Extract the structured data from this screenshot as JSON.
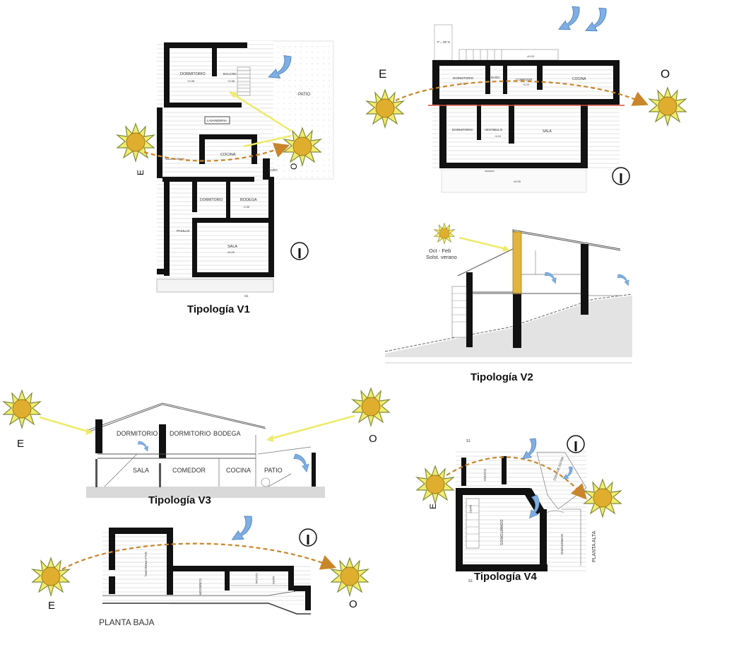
{
  "v1": {
    "title": "Tipología V1",
    "rooms": {
      "dormitorio": "DORMITORIO",
      "balcon": "BALCON",
      "patio": "PATIO",
      "lavanderia": "LAVANDERIA",
      "cocina": "COCINA",
      "bano": "BAÑO",
      "dormitorio2": "DORMITORIO",
      "bodega": "BODEGA",
      "pasillo": "PASILLO",
      "sala": "SALA",
      "estar": "SALA DE ESTAR"
    },
    "levels": {
      "dormitorio": "+0.35",
      "balcon": "+0.56",
      "bodega": "-0.30",
      "sala": "±0.00"
    },
    "east": "E",
    "west": "O",
    "section_mark": "S1"
  },
  "v2": {
    "title": "Tipología V2",
    "slope": "P = 30 %",
    "rooms": {
      "dormitorio": "DORMITORIO",
      "bano": "BAÑO",
      "comedor": "COMEDOR",
      "cocina": "COCINA",
      "dormitorio2": "DORMITORIO",
      "vestibulo": "VESTIBULO",
      "sala": "SALA",
      "ingreso": "INGRESO"
    },
    "levels": {
      "top": "±0.00",
      "dorm": "+0.35",
      "comedor": "+0.15",
      "vest": "+0.03",
      "bottom": "±0.00"
    },
    "east": "E",
    "west": "O",
    "sun_note_1": "Oct - Feb",
    "sun_note_2": "Solst. verano"
  },
  "v3": {
    "title": "Tipología V3",
    "rooms": {
      "dormitorio1": "DORMITORIO",
      "dormitorio2": "DORMITORIO",
      "bodega": "BODEGA",
      "sala": "SALA",
      "comedor": "COMEDOR",
      "cocina": "COCINA",
      "patio": "PATIO"
    },
    "east": "E",
    "west": "O",
    "plan_label": "PLANTA BAJA",
    "plan_rooms": {
      "sala_principal": "SALA PRINCIPAL",
      "comedor": "COMEDOR",
      "cocina": "COCINA",
      "bano": "BAÑO"
    },
    "plan_east": "E",
    "plan_west": "O"
  },
  "v4": {
    "title": "Tipología V4",
    "rooms": {
      "cocina": "COCINA",
      "zona_estar": "ZONA DE ESTAR",
      "bano": "BAÑO",
      "dormitorios": "DORMITORIOS",
      "dormitorio": "DORMITORIO"
    },
    "planta_alta": "PLANTA ALTA",
    "east": "E",
    "section_top": "S1",
    "section_bottom": "S1"
  },
  "colors": {
    "sun": "#f2d43a",
    "sun_core": "#d9a72b",
    "sun_ray": "#8a9a4a",
    "arrow": "#c9852a",
    "yellow_ray": "#eeea6a",
    "wind": "#6e9fd6",
    "wall": "#111111",
    "mark": "#d84a3a"
  }
}
